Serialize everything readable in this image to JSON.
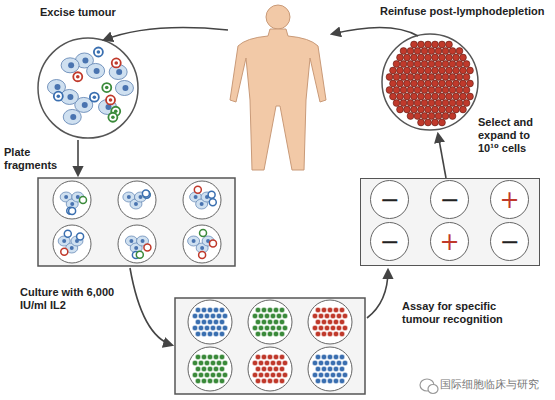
{
  "diagram": {
    "nodes": [
      {
        "text": [
          "−",
          "−",
          "+",
          "−",
          "+",
          "−"
        ]
      }
    ],
    "labels": [
      "Excise tumour",
      "Reinfuse post-lymphodepletion",
      "Plate fragments",
      "Culture with 6,000 IU/ml IL2",
      "Assay for specific tumour recognition",
      "Select and expand to 10¹⁰ cells",
      "国际细胞临床与研究"
    ]
  }
}
